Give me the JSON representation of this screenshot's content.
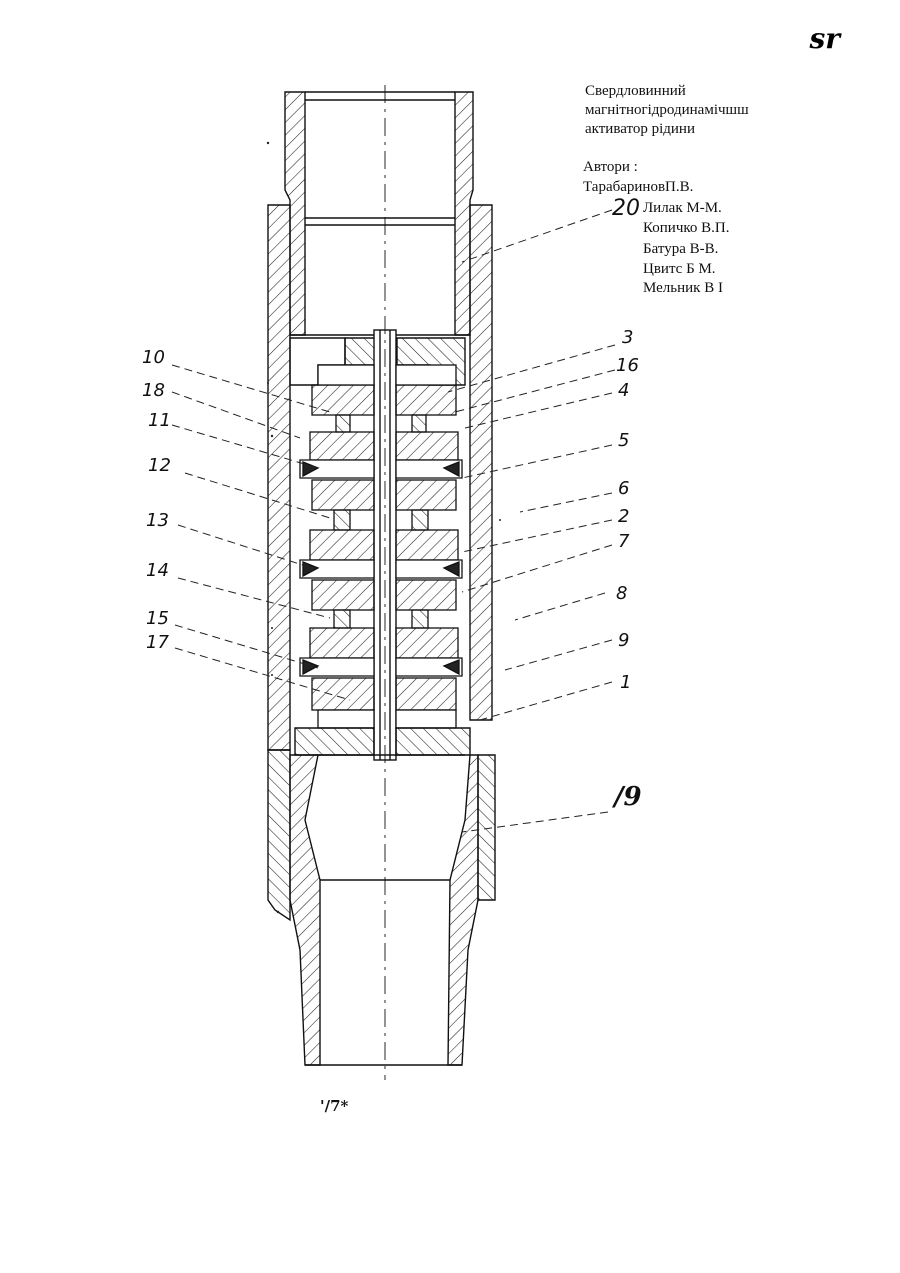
{
  "corner_mark": "sr",
  "title_lines": [
    "Свердловинний",
    "магнітногідродинамічшш",
    "активатор рідини"
  ],
  "authors_heading": "Автори :",
  "authors": [
    "ТарабариновП.В.",
    "Лилак М-М.",
    "Копичко В.П.",
    "Батура В-В.",
    "Цвитс Б М.",
    "Мельник В І"
  ],
  "callouts_left": [
    "10",
    "18",
    "11",
    "12",
    "13",
    "14",
    "15",
    "17"
  ],
  "callouts_right": [
    "20",
    "3",
    "16",
    "4",
    "5",
    "6",
    "2",
    "7",
    "8",
    "9",
    "1"
  ],
  "callout_big": "/9",
  "sheet_label": "'/7*"
}
